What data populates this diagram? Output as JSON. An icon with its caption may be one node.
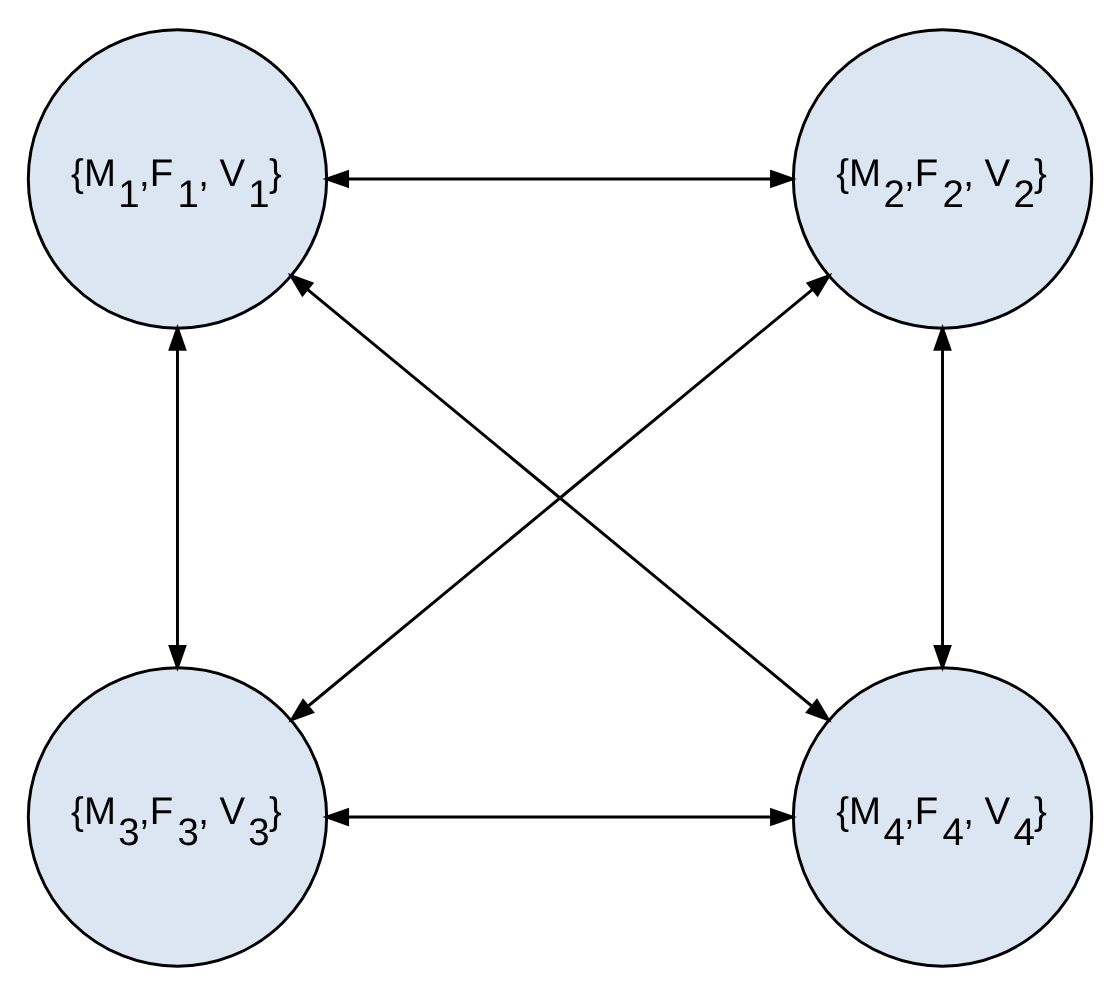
{
  "diagram": {
    "nodes": [
      {
        "text": [
          "{M$_{1}$,F$_{1}$, V$_{1}$}"
        ]
      },
      {
        "text": [
          "{M$_{2}$,F$_{2}$, V$_{2}$}"
        ]
      },
      {
        "text": [
          "{M$_{3}$,F$_{3}$, V$_{3}$}"
        ]
      },
      {
        "text": [
          "{M$_{4}$,F$_{4}$, V$_{4}$}"
        ]
      }
    ],
    "edges": [
      {
        "from": 0,
        "to": 1,
        "arrow": "both"
      },
      {
        "from": 0,
        "to": 2,
        "arrow": "both"
      },
      {
        "from": 1,
        "to": 3,
        "arrow": "both"
      },
      {
        "from": 0,
        "to": 3,
        "arrow": "both"
      },
      {
        "from": 1,
        "to": 2,
        "arrow": "both"
      },
      {
        "from": 2,
        "to": 3,
        "arrow": "both"
      }
    ]
  }
}
